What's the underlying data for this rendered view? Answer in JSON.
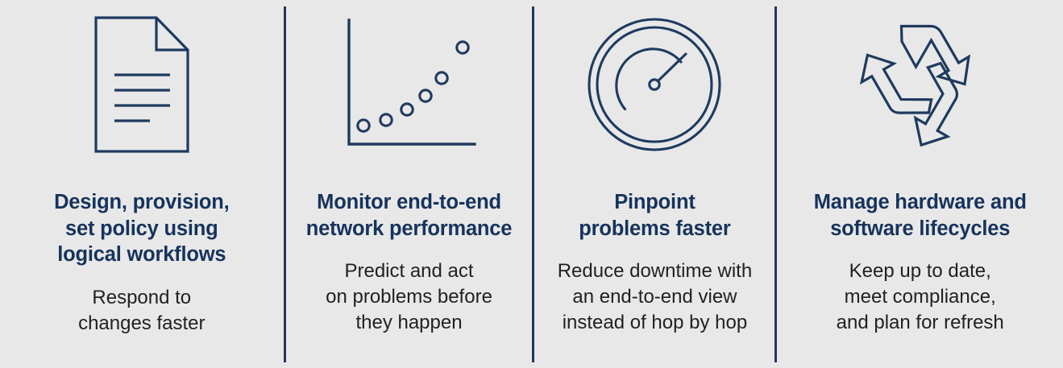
{
  "background_color": "#e8e8e8",
  "accent_color": "#16335c",
  "icon_stroke_color": "#1e3a5f",
  "body_text_color": "#231f20",
  "divider": {
    "name": "vertical-divider",
    "color": "#1e3a5f",
    "count": 3
  },
  "panels": [
    {
      "icon": "document-icon",
      "icon_description": "Outlined sheet of paper with folded top-right corner and four horizontal text lines",
      "heading": "Design, provision,\nset policy using\nlogical workflows",
      "body": "Respond to\nchanges faster"
    },
    {
      "icon": "scatter-chart-icon",
      "icon_description": "Two-axis chart with six rising circular data points",
      "heading": "Monitor end-to-end\nnetwork performance",
      "body": "Predict and act\non problems before\nthey happen"
    },
    {
      "icon": "gauge-icon",
      "icon_description": "Concentric circular dial with inner arc and needle pointing upper right",
      "heading": "Pinpoint\nproblems faster",
      "body": "Reduce downtime with\nan end-to-end view\ninstead of hop by hop"
    },
    {
      "icon": "recycle-icon",
      "icon_description": "Three chasing arrows forming the recycling triangle",
      "heading": "Manage hardware and\nsoftware lifecycles",
      "body": "Keep up to date,\nmeet compliance,\nand plan for refresh"
    }
  ]
}
